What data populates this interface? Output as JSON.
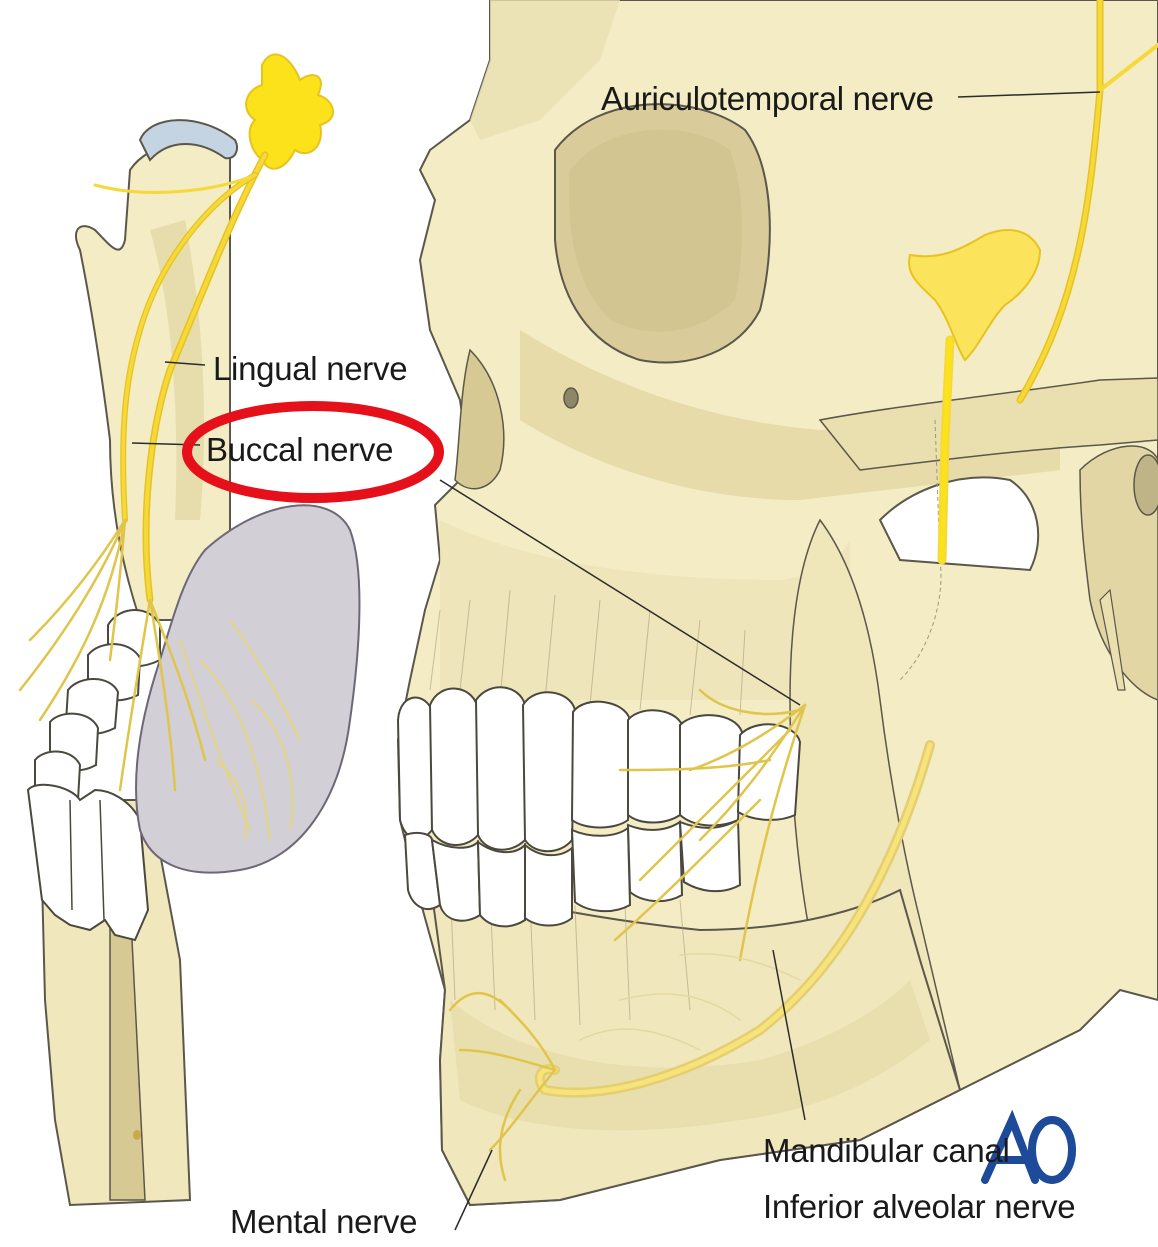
{
  "labels": {
    "auriculotemporal": "Auriculotemporal nerve",
    "lingual": "Lingual nerve",
    "buccal": "Buccal nerve",
    "mandibular_canal": "Mandibular canal",
    "inferior_alveolar": "Inferior alveolar nerve",
    "mental": "Mental nerve"
  },
  "logo": {
    "text": "AO",
    "color": "#1e4a9a"
  },
  "highlight": {
    "target": "Buccal nerve",
    "color": "#e5101a"
  },
  "colors": {
    "bone": "#f3ecc4",
    "bone_shadow": "#e4d9a6",
    "bone_dark": "#d6c993",
    "nerve": "#f5d93a",
    "nerve_dark": "#e8c21f",
    "ganglion": "#fce21a",
    "teeth": "#ffffff",
    "tongue": "#cfccd3",
    "cartilage": "#c4d4e2",
    "outline": "#5b574a"
  }
}
